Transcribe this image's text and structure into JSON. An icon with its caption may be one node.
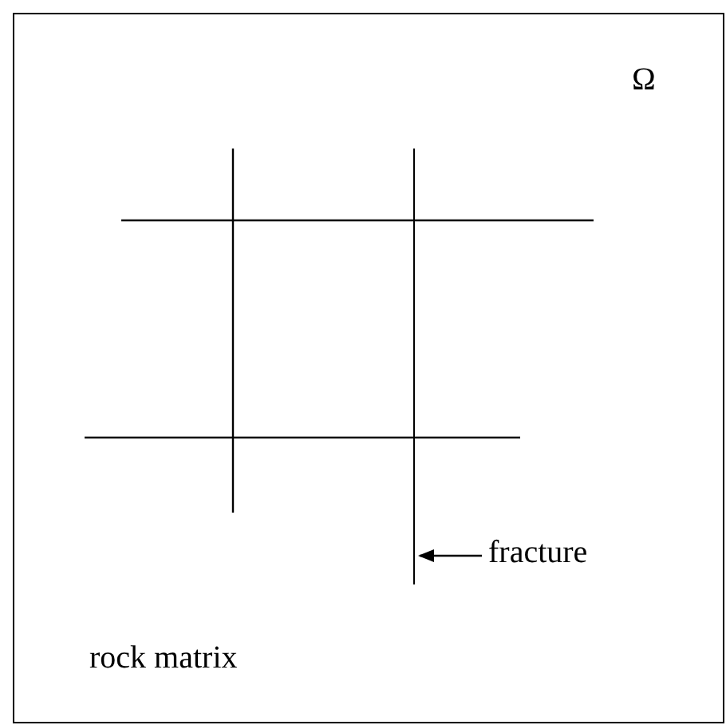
{
  "diagram": {
    "nodes": [
      {
        "text": [
          "Ω"
        ]
      },
      {
        "text": [
          "fracture"
        ],
        "in": 0
      },
      {
        "text": [],
        "shape": "bar",
        "in": 0
      }
    ],
    "edges": [
      {
        "from": 1,
        "to": 2,
        "arrow": "to"
      }
    ],
    "labels": [
      "rock matrix"
    ]
  }
}
